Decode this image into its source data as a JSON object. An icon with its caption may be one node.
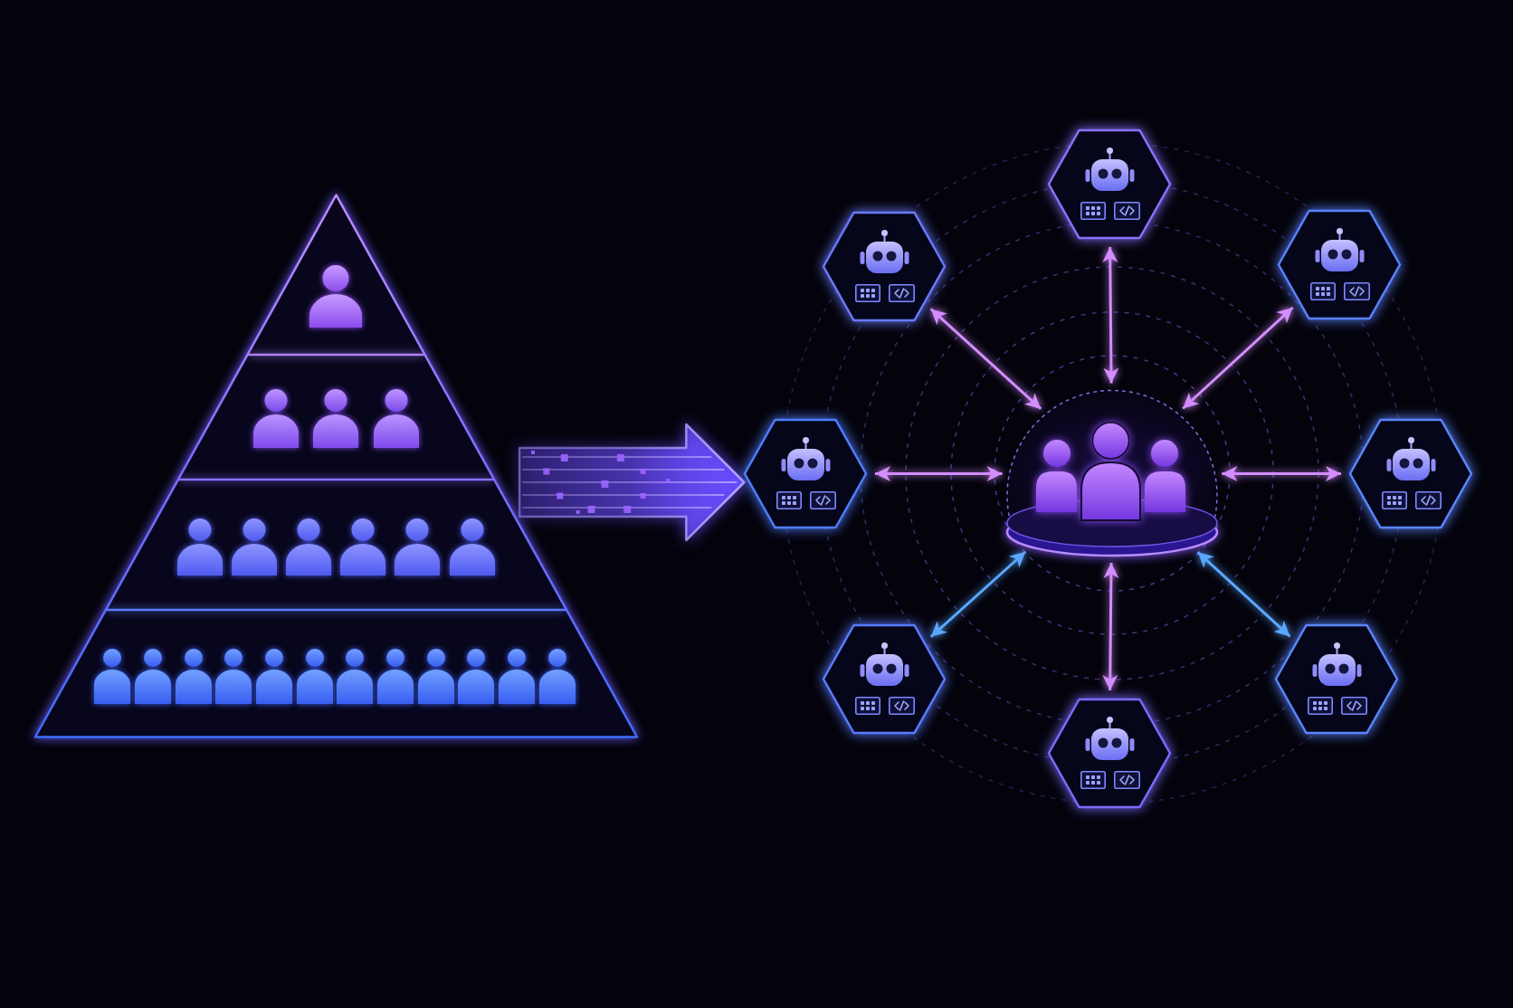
{
  "diagram": {
    "nodes": [
      {
        "text": [],
        "shape": "triangle"
      },
      {
        "text": [],
        "shape": "hexagon"
      },
      {
        "text": [],
        "shape": "hexagon"
      },
      {
        "text": [],
        "shape": "hexagon"
      },
      {
        "text": [],
        "shape": "hexagon"
      },
      {
        "text": [],
        "shape": "circle"
      },
      {
        "text": [],
        "shape": "hexagon"
      },
      {
        "text": [],
        "shape": "hexagon"
      },
      {
        "text": [],
        "shape": "hexagon"
      },
      {
        "text": [],
        "shape": "hexagon"
      }
    ],
    "edges": [
      {
        "from": 0,
        "to": 4,
        "arrow": "to",
        "style": "thick",
        "color": "#6a4cff"
      },
      {
        "from": 5,
        "to": 1,
        "arrow": "both"
      },
      {
        "from": 5,
        "to": 2,
        "arrow": "both"
      },
      {
        "from": 5,
        "to": 3,
        "arrow": "both"
      },
      {
        "from": 5,
        "to": 4,
        "arrow": "both"
      },
      {
        "from": 5,
        "to": 6,
        "arrow": "both"
      },
      {
        "from": 5,
        "to": 7,
        "arrow": "both",
        "color": "#5aa8ff"
      },
      {
        "from": 5,
        "to": 8,
        "arrow": "both",
        "color": "#5aa8ff"
      },
      {
        "from": 5,
        "to": 9,
        "arrow": "both"
      }
    ]
  }
}
